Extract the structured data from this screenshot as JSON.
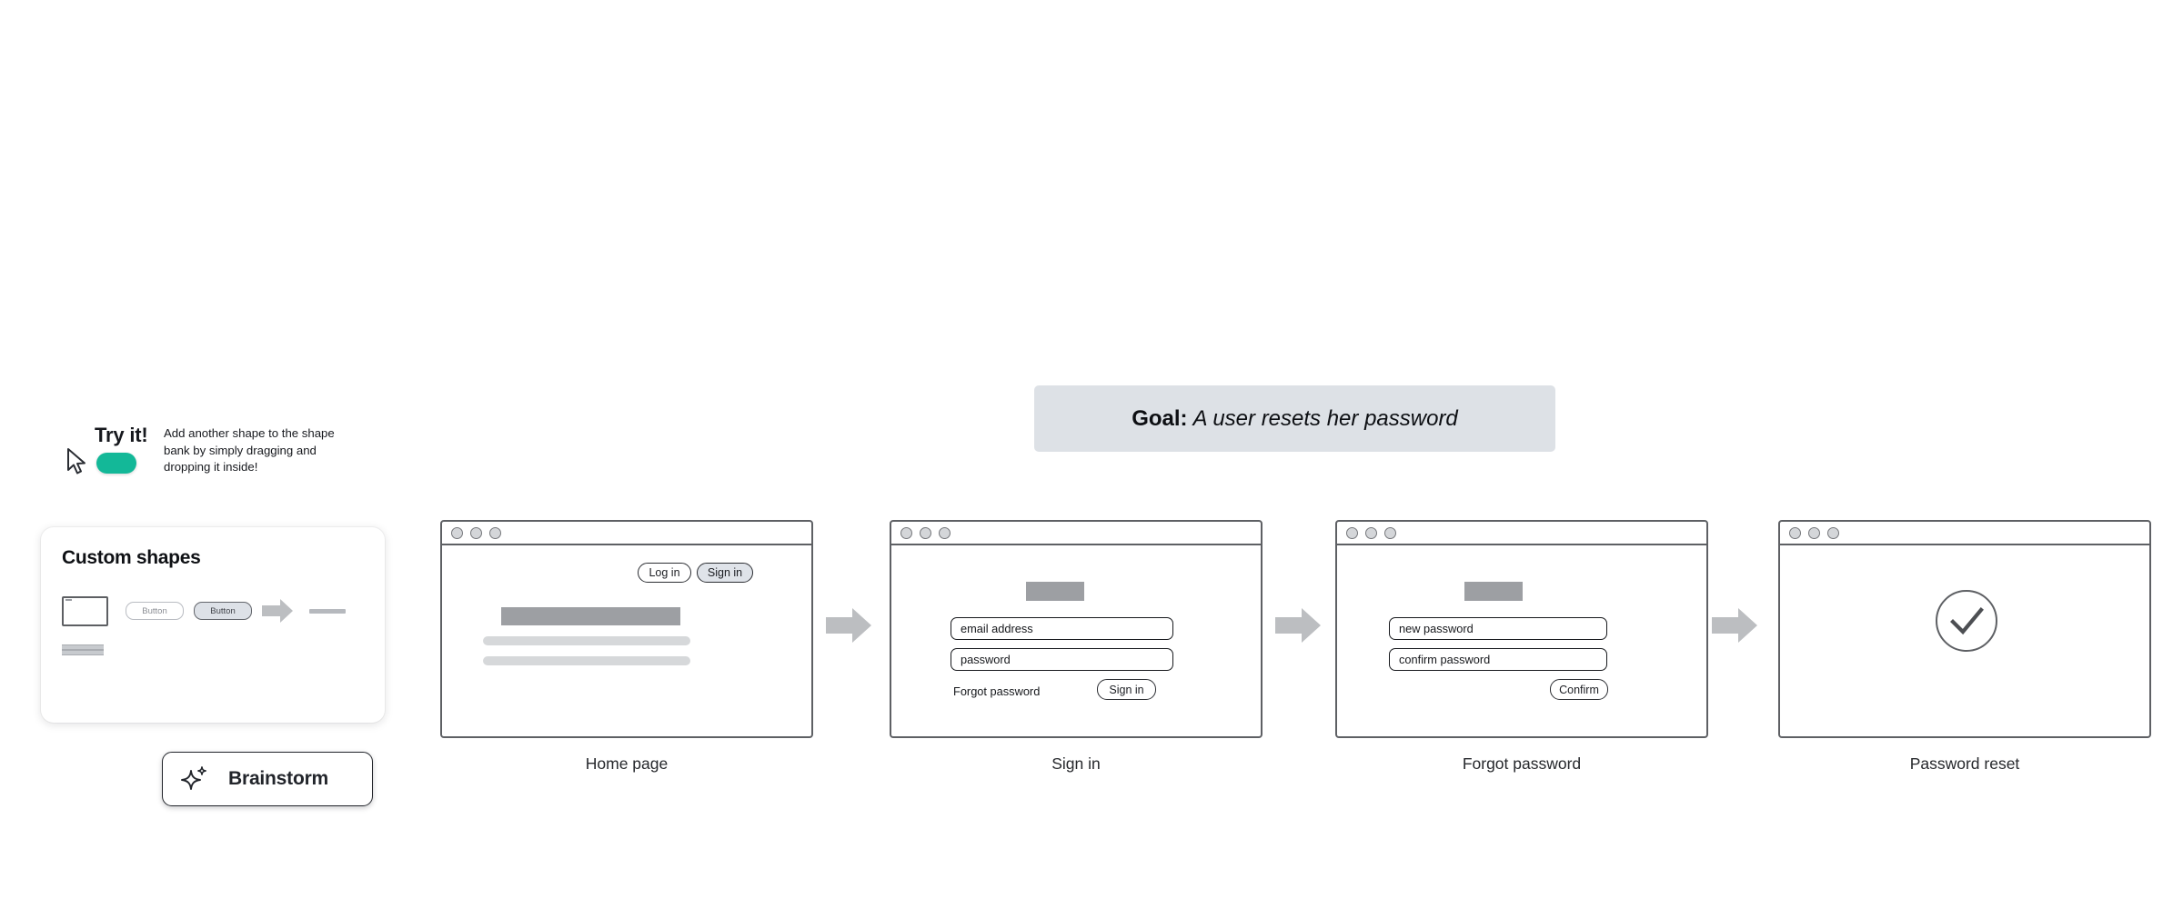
{
  "callout": {
    "title": "Try it!",
    "description": "Add another shape to the shape bank by simply dragging and dropping it inside!",
    "cursor_icon": "cursor-pointer-icon",
    "toggle_color": "#13b898",
    "toggle_state": "on"
  },
  "shapes_panel": {
    "title": "Custom shapes",
    "row1": [
      {
        "name": "window-shape",
        "label": ""
      },
      {
        "name": "button-ghost-shape",
        "label": "Button"
      },
      {
        "name": "button-filled-shape",
        "label": "Button"
      },
      {
        "name": "arrow-shape",
        "label": ""
      },
      {
        "name": "line-shape",
        "label": ""
      }
    ],
    "row2": [
      {
        "name": "stacked-lines-shape",
        "label": ""
      }
    ]
  },
  "brainstorm": {
    "label": "Brainstorm",
    "icon": "sparkle-icon"
  },
  "goal": {
    "label": "Goal:",
    "text": "A user resets her password",
    "background": "#dde1e6"
  },
  "flow": {
    "arrow_color": "#bcbec1",
    "frames": [
      {
        "caption": "Home page",
        "elements": {
          "login_button": "Log in",
          "signin_button": "Sign in",
          "hero_block": "",
          "text_line_1": "",
          "text_line_2": ""
        }
      },
      {
        "caption": "Sign in",
        "elements": {
          "logo_block": "",
          "email_field": "email address",
          "password_field": "password",
          "forgot_link": "Forgot password",
          "signin_button": "Sign in"
        }
      },
      {
        "caption": "Forgot password",
        "elements": {
          "logo_block": "",
          "new_password_field": "new password",
          "confirm_password_field": "confirm password",
          "confirm_button": "Confirm"
        }
      },
      {
        "caption": "Password reset",
        "elements": {
          "success_icon": "check-circle-icon"
        }
      }
    ]
  }
}
